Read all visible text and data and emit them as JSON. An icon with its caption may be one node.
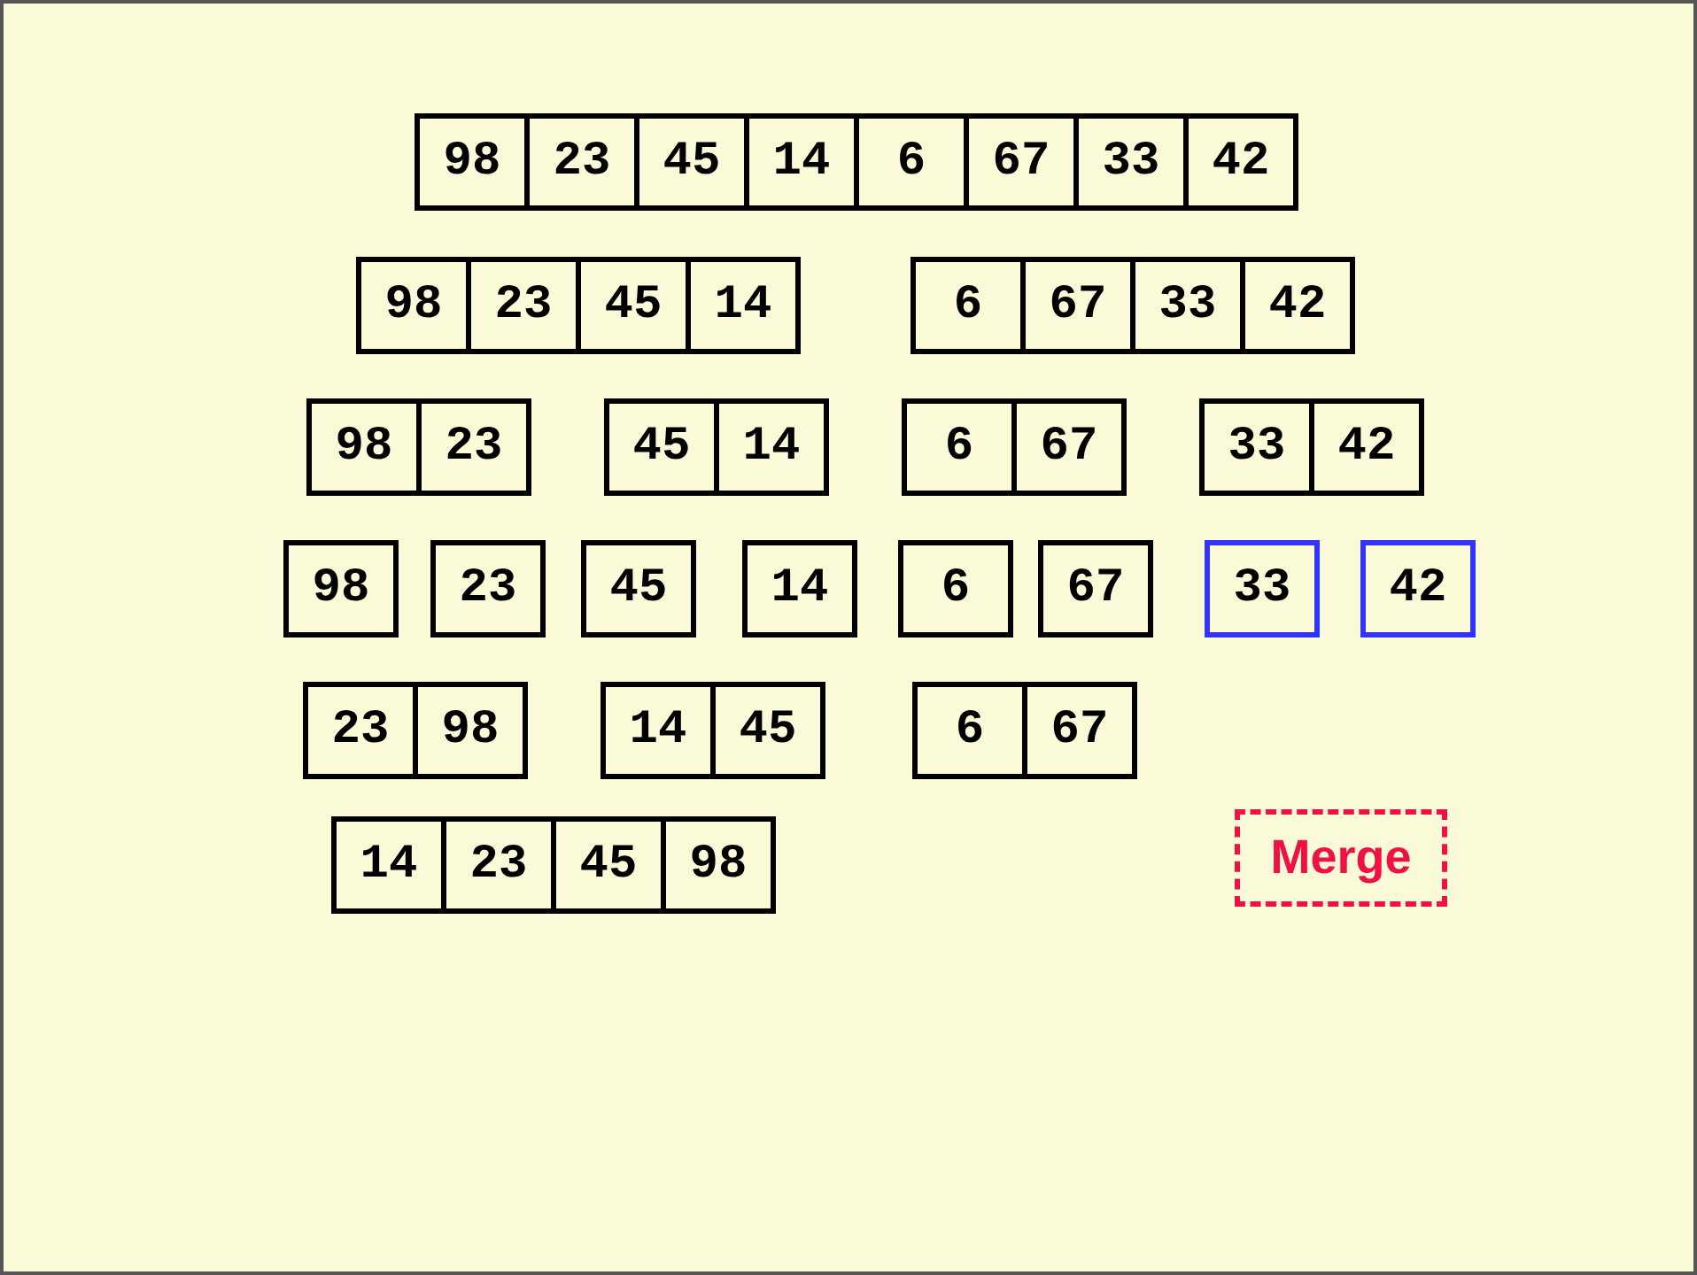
{
  "diagram": {
    "nodes": [
      {
        "text": [
          "98"
        ]
      },
      {
        "text": [
          "23"
        ]
      },
      {
        "text": [
          "45"
        ]
      },
      {
        "text": [
          "14"
        ]
      },
      {
        "text": [
          "6"
        ]
      },
      {
        "text": [
          "67"
        ]
      },
      {
        "text": [
          "33"
        ]
      },
      {
        "text": [
          "42"
        ]
      },
      {
        "text": [
          "98"
        ]
      },
      {
        "text": [
          "23"
        ]
      },
      {
        "text": [
          "45"
        ]
      },
      {
        "text": [
          "14"
        ]
      },
      {
        "text": [
          "6"
        ]
      },
      {
        "text": [
          "67"
        ]
      },
      {
        "text": [
          "33"
        ]
      },
      {
        "text": [
          "42"
        ]
      },
      {
        "text": [
          "98"
        ]
      },
      {
        "text": [
          "23"
        ]
      },
      {
        "text": [
          "45"
        ]
      },
      {
        "text": [
          "14"
        ]
      },
      {
        "text": [
          "6"
        ]
      },
      {
        "text": [
          "67"
        ]
      },
      {
        "text": [
          "33"
        ]
      },
      {
        "text": [
          "42"
        ]
      },
      {
        "text": [
          "98"
        ]
      },
      {
        "text": [
          "23"
        ]
      },
      {
        "text": [
          "45"
        ]
      },
      {
        "text": [
          "14"
        ]
      },
      {
        "text": [
          "6"
        ]
      },
      {
        "text": [
          "67"
        ]
      },
      {
        "text": [
          "33"
        ]
      },
      {
        "text": [
          "42"
        ]
      },
      {
        "text": [
          "23"
        ]
      },
      {
        "text": [
          "98"
        ]
      },
      {
        "text": [
          "14"
        ]
      },
      {
        "text": [
          "45"
        ]
      },
      {
        "text": [
          "6"
        ]
      },
      {
        "text": [
          "67"
        ]
      },
      {
        "text": [
          "14"
        ]
      },
      {
        "text": [
          "23"
        ]
      },
      {
        "text": [
          "45"
        ]
      },
      {
        "text": [
          "98"
        ]
      },
      {
        "text": [
          "Merge"
        ]
      }
    ]
  }
}
